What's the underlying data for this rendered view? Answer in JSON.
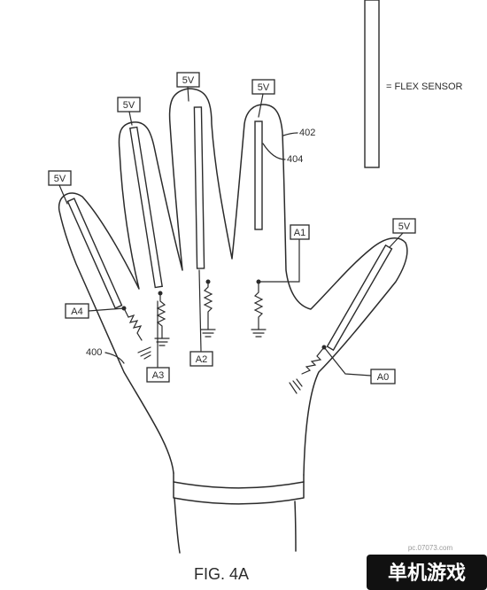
{
  "figure": {
    "caption": "FIG. 4A",
    "legend_text": "= FLEX SENSOR",
    "refs": {
      "glove": "400",
      "outline": "402",
      "sensor": "404"
    },
    "supply_label": "5V",
    "signals": {
      "a0": "A0",
      "a1": "A1",
      "a2": "A2",
      "a3": "A3",
      "a4": "A4"
    }
  },
  "watermark": {
    "text": "单机游戏",
    "url": "pc.07073.com"
  }
}
